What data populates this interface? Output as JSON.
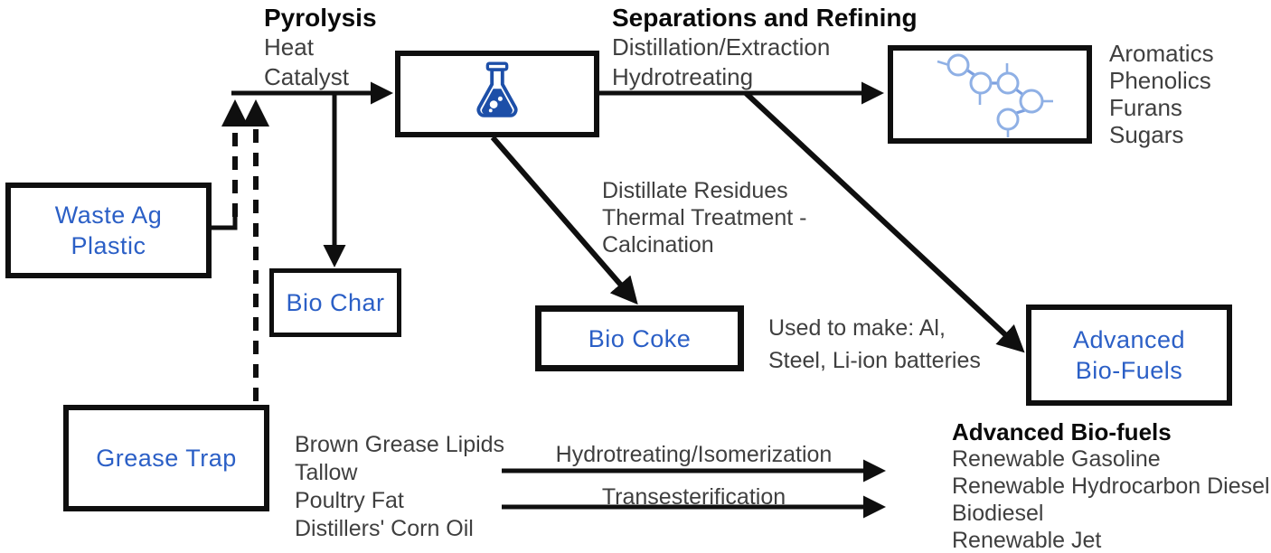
{
  "diagram_title_implicit": "Waste-to-biofuels pyrolysis process flow",
  "colors": {
    "accent_blue": "#2b5fc6",
    "flask_blue": "#1d4fa8",
    "molecule_blue": "#8fb0e5",
    "line_black": "#0f0f0f",
    "text_gray": "#3f3f3f",
    "heading_black": "#0a0a0a"
  },
  "icons": {
    "reactor": "flask-icon",
    "products": "molecule-icon"
  },
  "process_labels": {
    "pyrolysis": {
      "title": "Pyrolysis",
      "line1": "Heat",
      "line2": "Catalyst"
    },
    "separations": {
      "title": "Separations and Refining",
      "line1": "Distillation/Extraction",
      "line2": "Hydrotreating"
    }
  },
  "nodes": {
    "waste_ag_plastic": {
      "line1": "Waste Ag",
      "line2": "Plastic"
    },
    "grease_trap": {
      "label": "Grease Trap"
    },
    "bio_char": {
      "label": "Bio Char"
    },
    "bio_coke": {
      "label": "Bio Coke"
    },
    "advanced_bio_fuels": {
      "line1": "Advanced",
      "line2": "Bio-Fuels"
    }
  },
  "annotations": {
    "product_outputs": {
      "line1": "Aromatics",
      "line2": "Phenolics",
      "line3": "Furans",
      "line4": "Sugars"
    },
    "distillate": {
      "line1": "Distillate Residues",
      "line2": "Thermal Treatment -",
      "line3": "Calcination"
    },
    "bio_coke_uses": {
      "line1": "Used to make: Al,",
      "line2": "Steel, Li-ion batteries"
    },
    "grease_feedstocks": {
      "line1": "Brown Grease Lipids",
      "line2": "Tallow",
      "line3": "Poultry Fat",
      "line4": "Distillers' Corn Oil"
    },
    "conversion_arrows": {
      "arrow1": "Hydrotreating/Isomerization",
      "arrow2": "Transesterification"
    },
    "advanced_biofuels_list": {
      "title": "Advanced Bio-fuels",
      "line1": "Renewable Gasoline",
      "line2": "Renewable Hydrocarbon Diesel",
      "line3": "Biodiesel",
      "line4": "Renewable Jet"
    }
  }
}
